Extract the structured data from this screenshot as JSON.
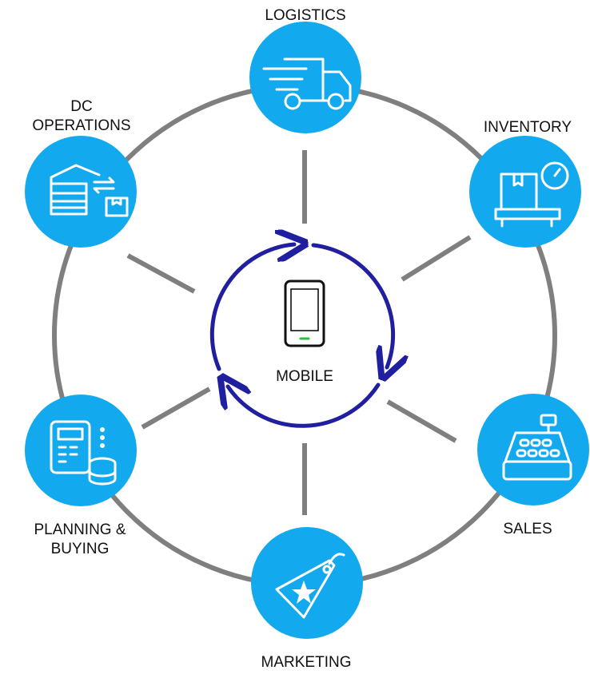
{
  "diagram": {
    "center": {
      "label": "MOBILE",
      "icon": "smartphone-icon"
    },
    "nodes": [
      {
        "id": "logistics",
        "label_lines": [
          "LOGISTICS"
        ],
        "icon": "delivery-truck-icon"
      },
      {
        "id": "inventory",
        "label_lines": [
          "INVENTORY"
        ],
        "icon": "scale-with-box-icon"
      },
      {
        "id": "sales",
        "label_lines": [
          "SALES"
        ],
        "icon": "cash-register-icon"
      },
      {
        "id": "marketing",
        "label_lines": [
          "MARKETING"
        ],
        "icon": "price-tag-star-icon"
      },
      {
        "id": "planning",
        "label_lines": [
          "PLANNING &",
          "BUYING"
        ],
        "icon": "calculator-coins-icon"
      },
      {
        "id": "dc-operations",
        "label_lines": [
          "DC",
          "OPERATIONS"
        ],
        "icon": "warehouse-icon"
      }
    ],
    "colors": {
      "node_fill": "#12A9EE",
      "ring": "#7F7F7F",
      "spoke": "#7F7F7F",
      "cycle_arrows": "#1F1FA0",
      "icon_stroke": "#FFFFFF",
      "phone_accent": "#2DBE3C"
    }
  }
}
